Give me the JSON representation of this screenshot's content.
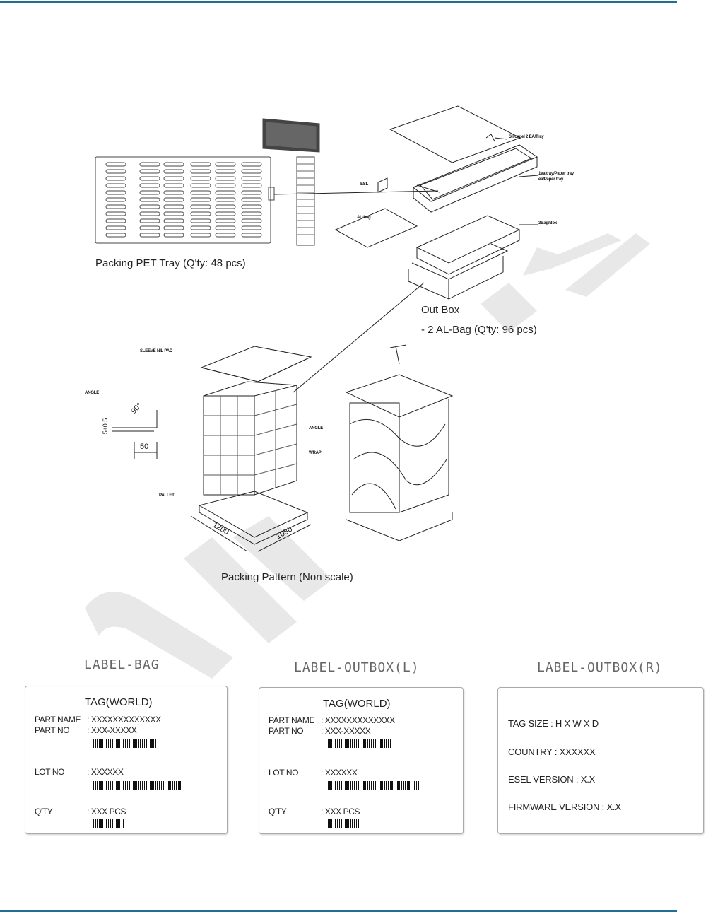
{
  "diagram": {
    "tray_caption": "Packing PET Tray (Q'ty: 48 pcs)",
    "outbox_caption": "Out Box",
    "outbox_sub": "- 2 AL-Bag (Q'ty: 96  pcs)",
    "pattern_caption": "Packing Pattern (Non scale)",
    "callouts": {
      "silicagel": "Silicagel 2 EA/Tray",
      "tray": "1ea tray/Paper tray",
      "tray2": "ea/Paper tray",
      "esl": "ESL",
      "albag": "AL-bag",
      "bagbox": "3Bag/Box",
      "sleeve": "SLEEVE NIL PAD",
      "angle_left": "ANGLE",
      "angle_right": "ANGLE",
      "wrap": "WRAP",
      "pallet": "PALLET"
    },
    "dims": {
      "angle_deg": "90°",
      "angle_thk": "5±0.5",
      "angle_w": "50",
      "pallet_l": "1200",
      "pallet_w": "1080"
    }
  },
  "labels": [
    {
      "title": "LABEL-BAG",
      "heading": "TAG(WORLD)",
      "part_name_key": "PART NAME",
      "part_name_val": ": XXXXXXXXXXXXX",
      "part_no_key": "PART NO",
      "part_no_val": ": XXX-XXXXX",
      "lot_no_key": "LOT NO",
      "lot_no_val": ": XXXXXX",
      "qty_key": "Q'TY",
      "qty_val": ": XXX PCS"
    },
    {
      "title": "LABEL-OUTBOX(L)",
      "heading": "TAG(WORLD)",
      "part_name_key": "PART NAME",
      "part_name_val": ": XXXXXXXXXXXXX",
      "part_no_key": "PART NO",
      "part_no_val": ": XXX-XXXXX",
      "lot_no_key": "LOT NO",
      "lot_no_val": ": XXXXXX",
      "qty_key": "Q'TY",
      "qty_val": ": XXX PCS"
    }
  ],
  "label_right": {
    "title": "LABEL-OUTBOX(R)",
    "tag_size": "TAG SIZE  : H X W X D",
    "country": "COUNTRY : XXXXXX",
    "esel_version": "ESEL VERSION : X.X",
    "firmware_version": "FIRMWARE VERSION : X.X"
  }
}
